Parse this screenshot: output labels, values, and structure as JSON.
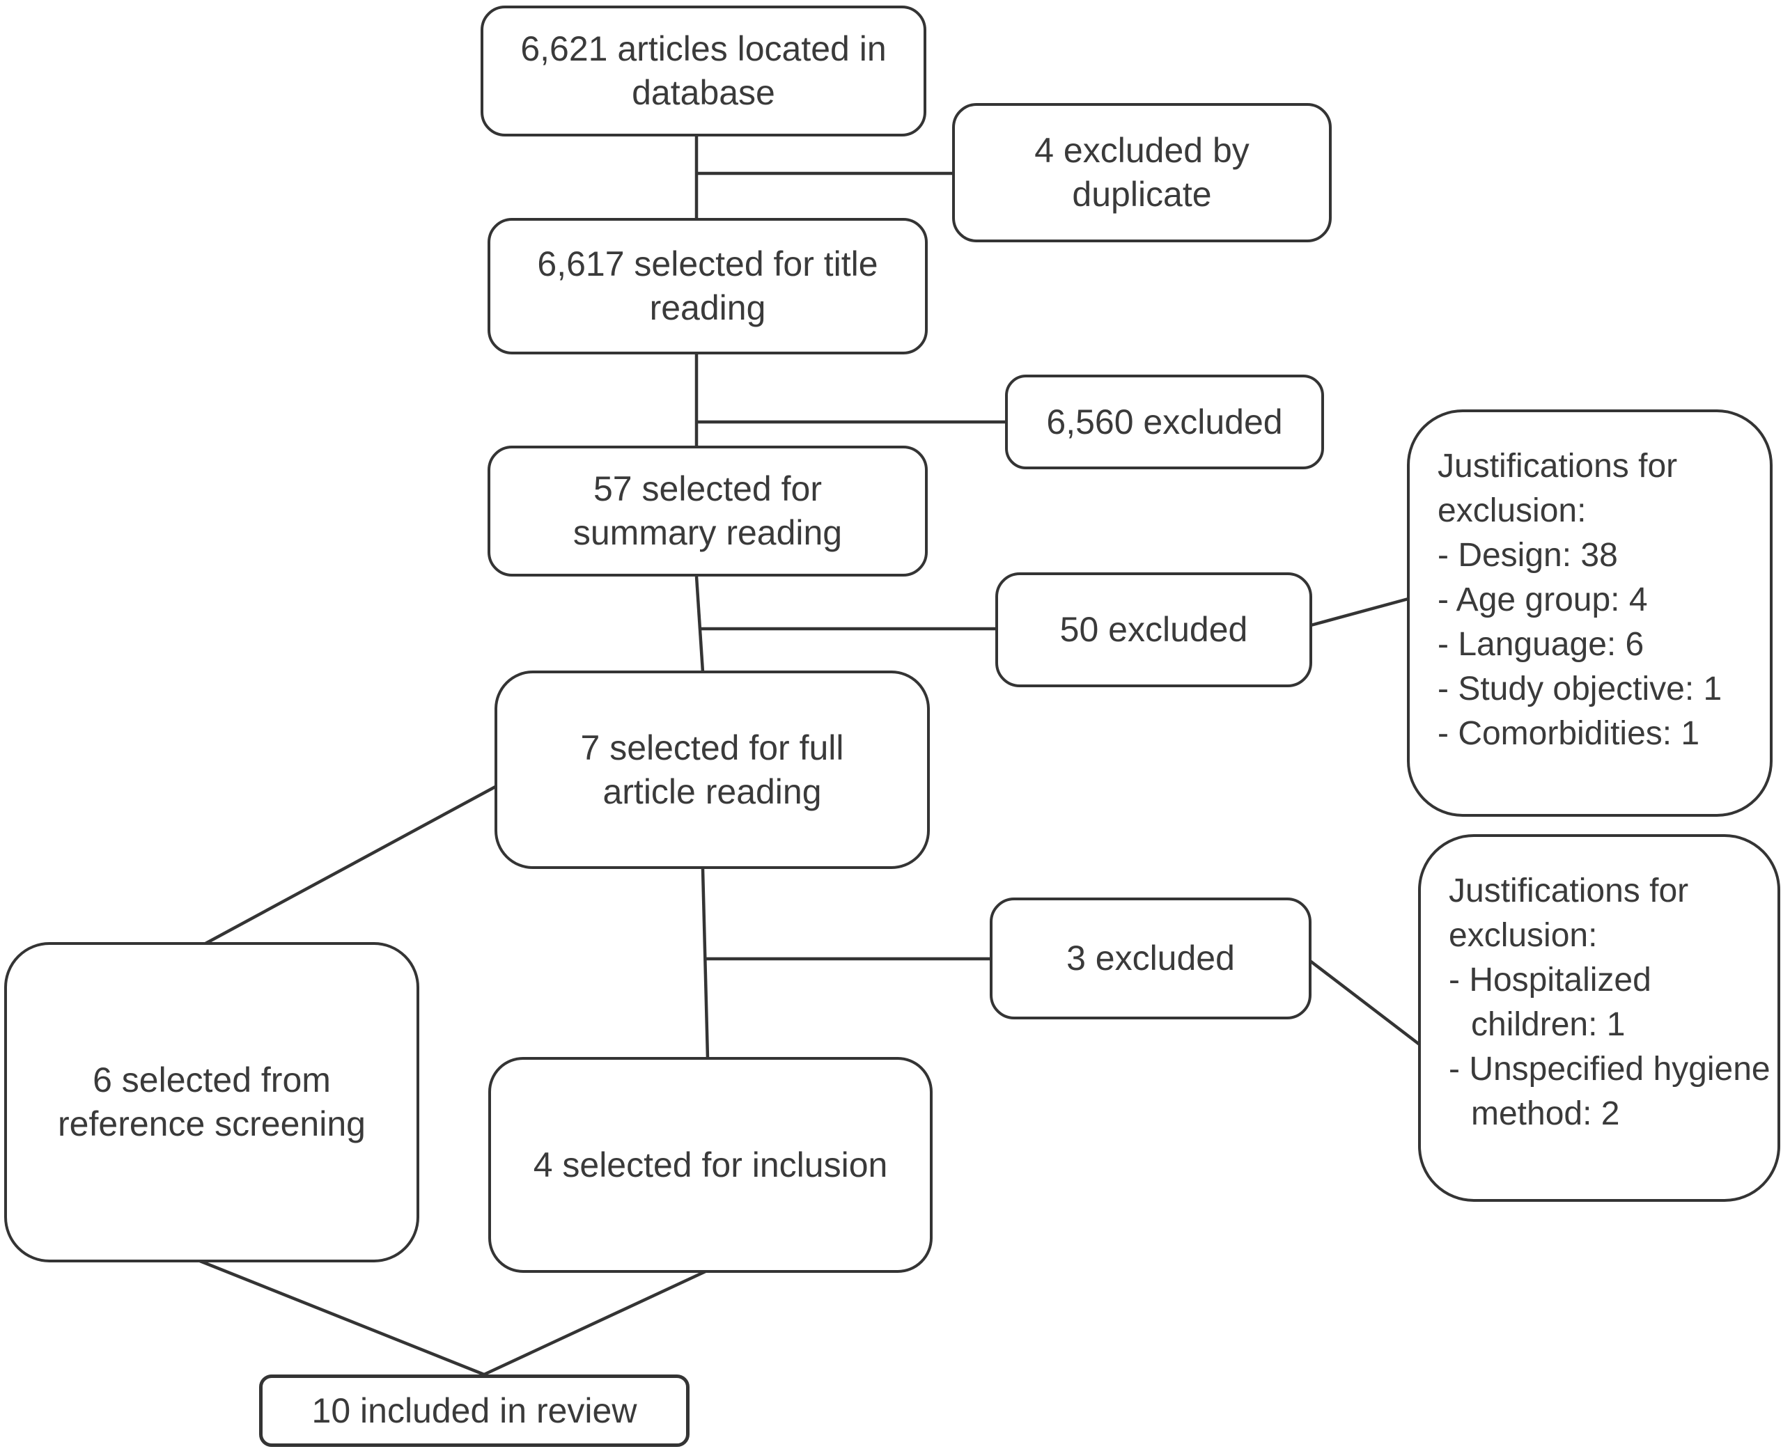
{
  "diagram": {
    "nodes": {
      "database": "6,621 articles located in database",
      "excluded_duplicate": "4 excluded by duplicate",
      "title_reading": "6,617 selected for title reading",
      "excluded_6560": "6,560 excluded",
      "summary_reading": "57 selected for summary reading",
      "excluded_50": "50 excluded",
      "full_article_reading": "7 selected for full article reading",
      "excluded_3": "3 excluded",
      "reference_screening": "6 selected from reference screening",
      "inclusion": "4 selected for inclusion",
      "review": "10 included in review"
    },
    "justifications_for_50_excluded": {
      "title": "Justifications for exclusion:",
      "items": [
        "- Design: 38",
        "- Age group: 4",
        "- Language: 6",
        "- Study objective: 1",
        "- Comorbidities: 1"
      ]
    },
    "justifications_for_3_excluded": {
      "title": "Justifications for exclusion:",
      "items": [
        "- Hospitalized children: 1",
        "- Unspecified hygiene method: 2"
      ]
    },
    "colors": {
      "line": "#343434",
      "text": "#3a3a3a",
      "background": "#ffffff"
    }
  }
}
